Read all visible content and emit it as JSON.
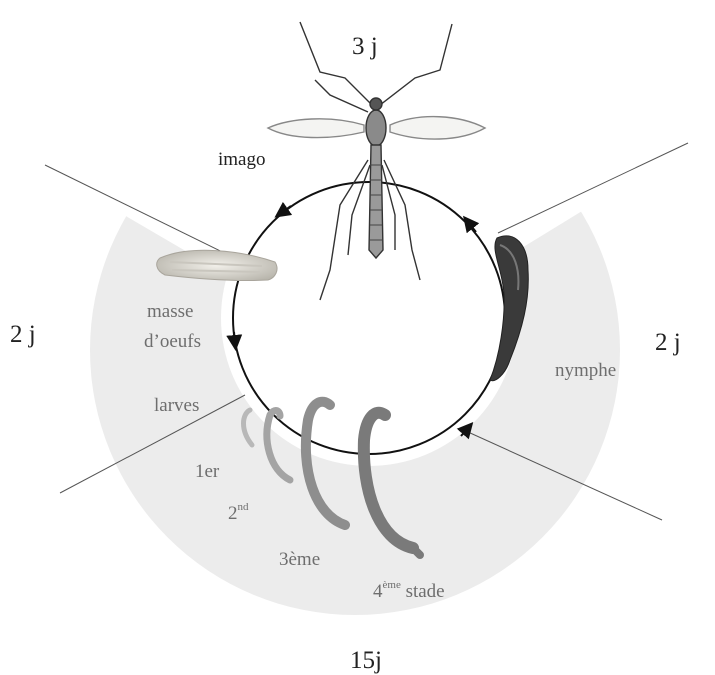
{
  "durations": {
    "top": "3 j",
    "left": "2 j",
    "right": "2 j",
    "bottom": "15j"
  },
  "stages": {
    "imago": "imago",
    "egg_mass_line1": "masse",
    "egg_mass_line2": "d’oeufs",
    "larvae": "larves",
    "pupa": "nymphe"
  },
  "instars": {
    "first": "1er",
    "second_base": "2",
    "second_sup": "nd",
    "third": "3ème",
    "fourth_base": "4",
    "fourth_sup": "ème",
    "fourth_suffix": " stade"
  },
  "colors": {
    "sector_fill": "#ececec",
    "cycle_line": "#111111",
    "divider_line": "#555555",
    "label_dark": "#222222",
    "label_grey": "#6e6e6e"
  }
}
